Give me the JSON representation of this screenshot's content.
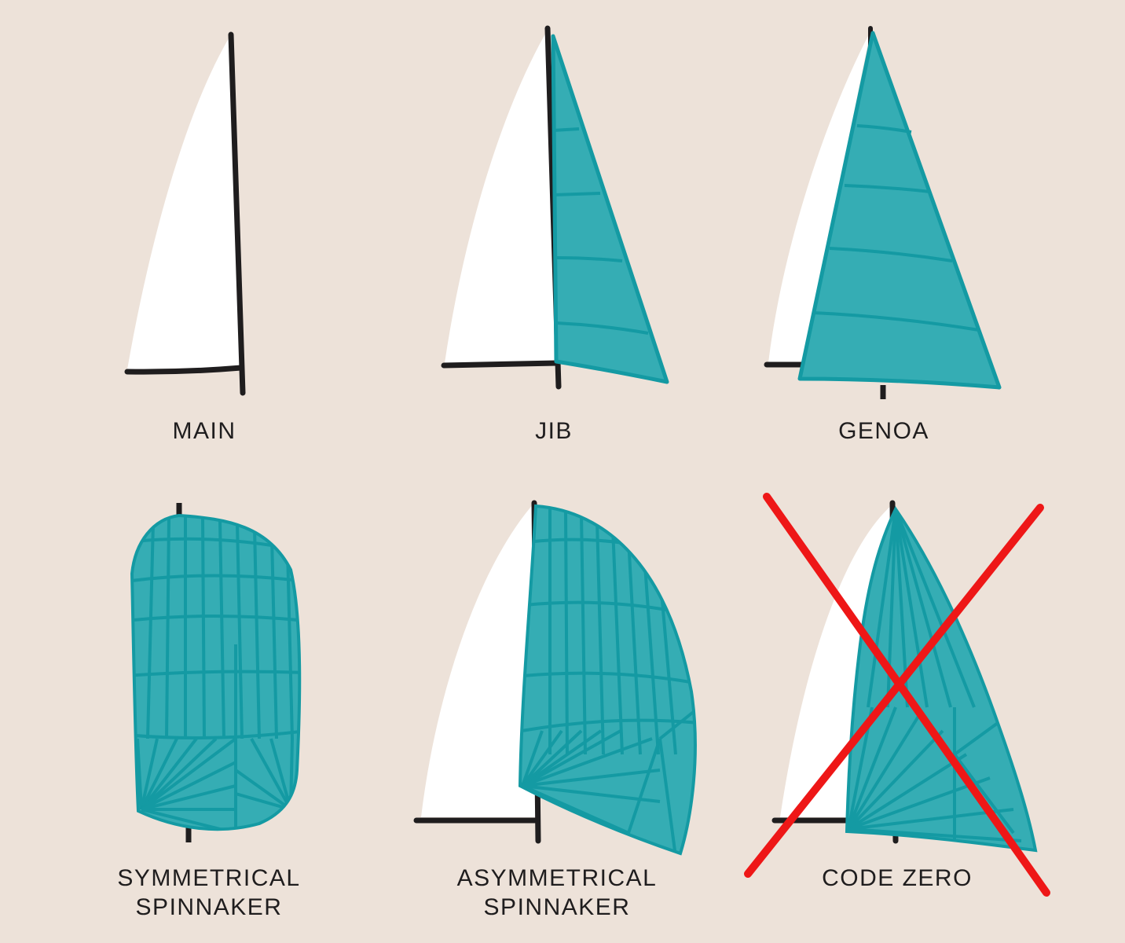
{
  "colors": {
    "background": "#EDE2D9",
    "white_sail": "#FFFFFF",
    "teal_sail": "#35ADB4",
    "teal_seam": "#149AA3",
    "spar": "#1F1D1E",
    "cross": "#EE1717"
  },
  "labels": {
    "main": "MAIN",
    "jib": "JIB",
    "genoa": "GENOA",
    "symmetrical_line1": "SYMMETRICAL",
    "symmetrical_line2": "SPINNAKER",
    "asymmetrical_line1": "ASYMMETRICAL",
    "asymmetrical_line2": "SPINNAKER",
    "code_zero": "CODE ZERO"
  },
  "icons": {
    "main": "mainsail-icon",
    "jib": "jib-sail-icon",
    "genoa": "genoa-sail-icon",
    "symmetrical": "symmetrical-spinnaker-icon",
    "asymmetrical": "asymmetrical-spinnaker-icon",
    "code_zero": "code-zero-sail-icon",
    "crossed_out": "red-cross-icon"
  }
}
